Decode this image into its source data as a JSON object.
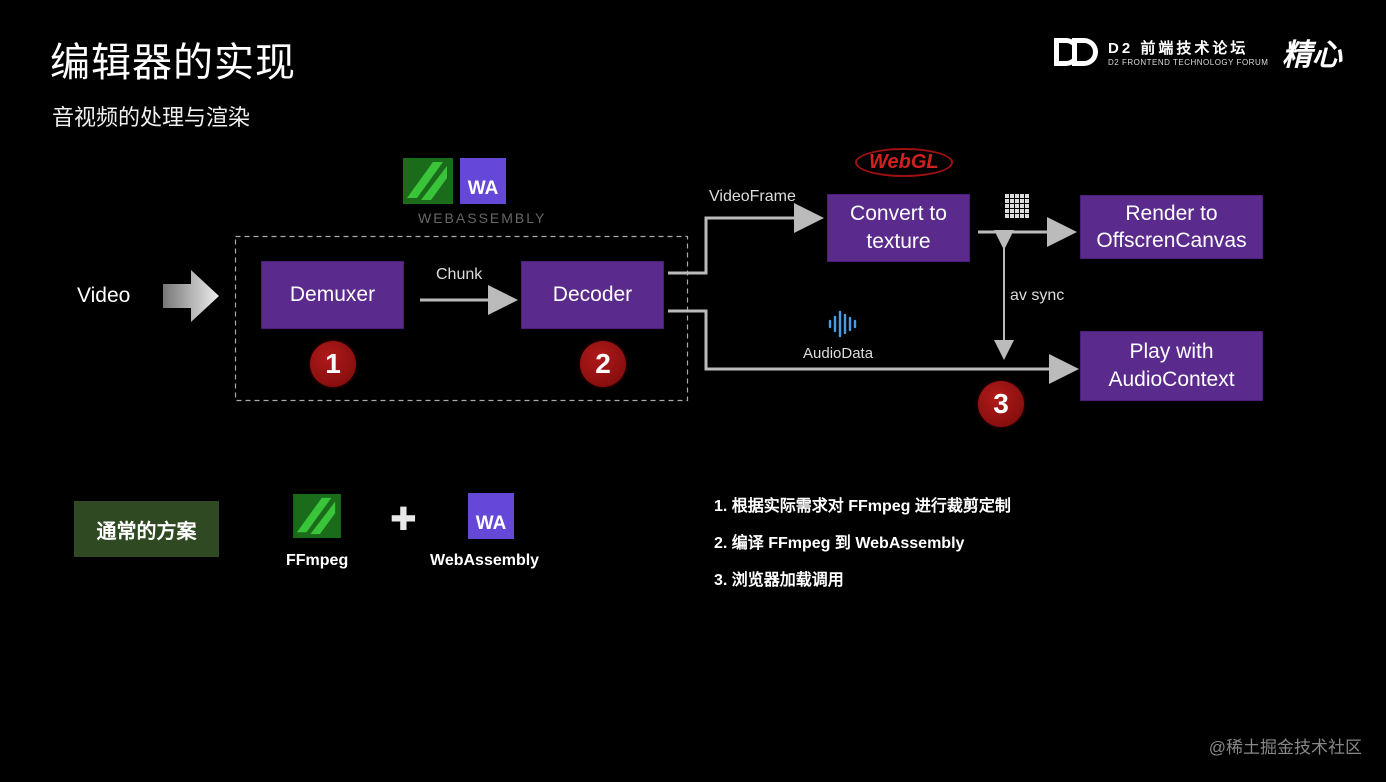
{
  "header": {
    "title": "编辑器的实现",
    "subtitle": "音视频的处理与渲染",
    "forum_name": "D2 前端技术论坛",
    "forum_english": "D2 FRONTEND TECHNOLOGY FORUM",
    "brand": "精心"
  },
  "diagram": {
    "input_label": "Video",
    "wasm_wordmark": "WEBASSEMBLY",
    "wa_text": "WA",
    "demuxer": "Demuxer",
    "decoder": "Decoder",
    "chunk_label": "Chunk",
    "videoframe_label": "VideoFrame",
    "audiodata_label": "AudioData",
    "webgl_label": "WebGL",
    "convert_box": "Convert to texture",
    "render_box": "Render to OffscrenCanvas",
    "play_box": "Play with AudioContext",
    "av_sync_label": "av sync",
    "badges": [
      "1",
      "2",
      "3"
    ]
  },
  "solution": {
    "label": "通常的方案",
    "ffmpeg_label": "FFmpeg",
    "plus": "✚",
    "webassembly_label": "WebAssembly",
    "steps": [
      "1.  根据实际需求对 FFmpeg 进行裁剪定制",
      "2.  编译 FFmpeg 到 WebAssembly",
      "3.  浏览器加载调用"
    ]
  },
  "footer": {
    "watermark": "@稀土掘金技术社区"
  },
  "colors": {
    "box_purple": "#5a2a8c",
    "badge_red": "#9b1010",
    "label_green": "#2f4a22",
    "wa_purple": "#6548d8",
    "ffmpeg_green": "#2e9b2e"
  }
}
